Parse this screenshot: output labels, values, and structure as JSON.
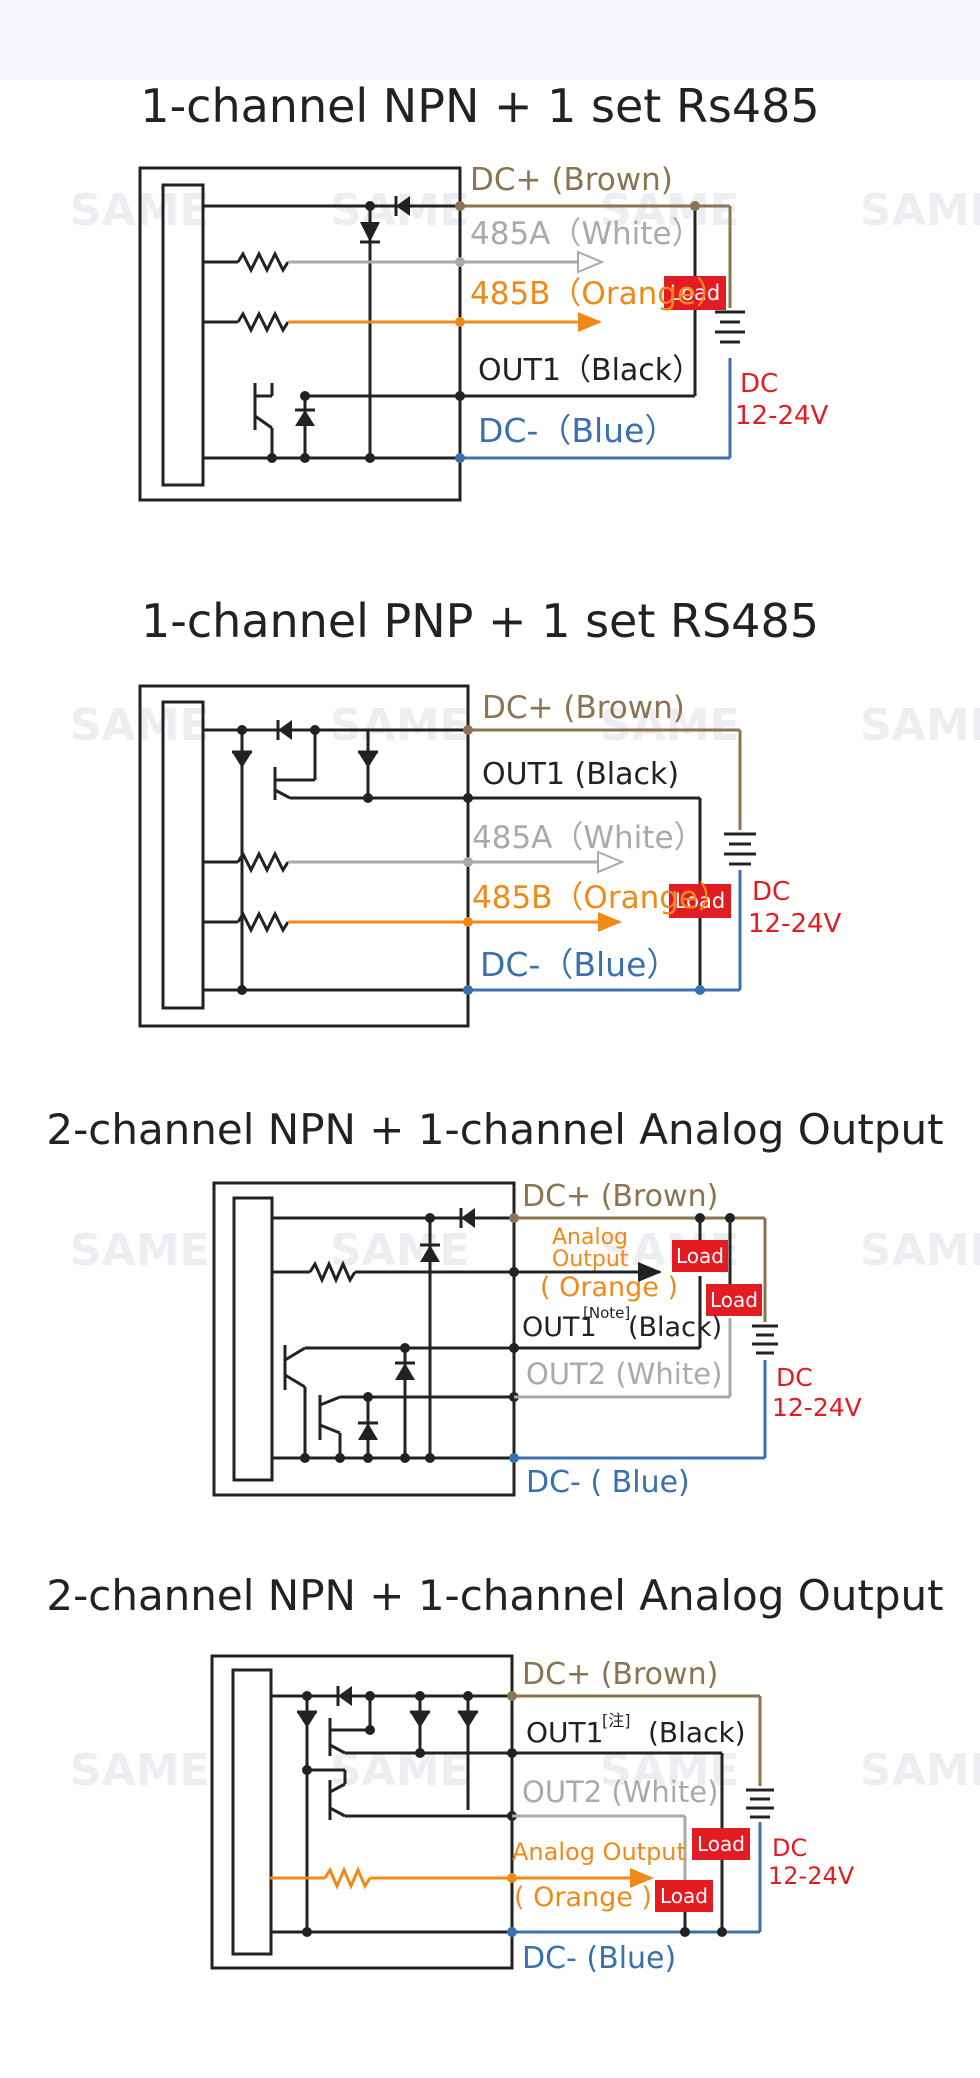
{
  "colors": {
    "wire": "#222222",
    "brown": "#8a7452",
    "white": "#aaaaaa",
    "orange": "#ef8a18",
    "blue": "#3a6fb0",
    "red": "#e31b23",
    "load_bg": "#e31b23",
    "load_text": "#ffffff",
    "watermark": "#eceef2"
  },
  "watermark": "SAME",
  "load_label": "Load",
  "diagrams": [
    {
      "title": "1-channel NPN + 1 set Rs485",
      "dc_pos": "DC+ (Brown)",
      "a485": "485A（White）",
      "b485": "485B（Orange）",
      "out1": "OUT1（Black）",
      "dc_neg": "DC-（Blue）",
      "supply": "DC",
      "voltage": "12-24V"
    },
    {
      "title": "1-channel PNP + 1 set RS485",
      "dc_pos": "DC+ (Brown)",
      "out1": "OUT1 (Black)",
      "a485": "485A（White）",
      "b485": "485B（Orange）",
      "dc_neg": "DC-（Blue）",
      "supply": "DC",
      "voltage": "12-24V"
    },
    {
      "title": "2-channel NPN + 1-channel Analog Output",
      "dc_pos": "DC+ (Brown)",
      "analog1": "Analog",
      "analog2": "Output",
      "analog3": "( Orange )",
      "out1": "OUT1",
      "note": "[Note]",
      "out1_color": "(Black)",
      "out2": "OUT2 (White)",
      "dc_neg": "DC- ( Blue)",
      "supply": "DC",
      "voltage": "12-24V"
    },
    {
      "title": "2-channel NPN + 1-channel Analog Output",
      "dc_pos": "DC+ (Brown)",
      "out1": "OUT1",
      "note": "[注]",
      "out1_color": "(Black)",
      "out2": "OUT2 (White)",
      "analog1": "Analog Output",
      "analog3": "( Orange )",
      "dc_neg": "DC- (Blue)",
      "supply": "DC",
      "voltage": "12-24V"
    }
  ]
}
